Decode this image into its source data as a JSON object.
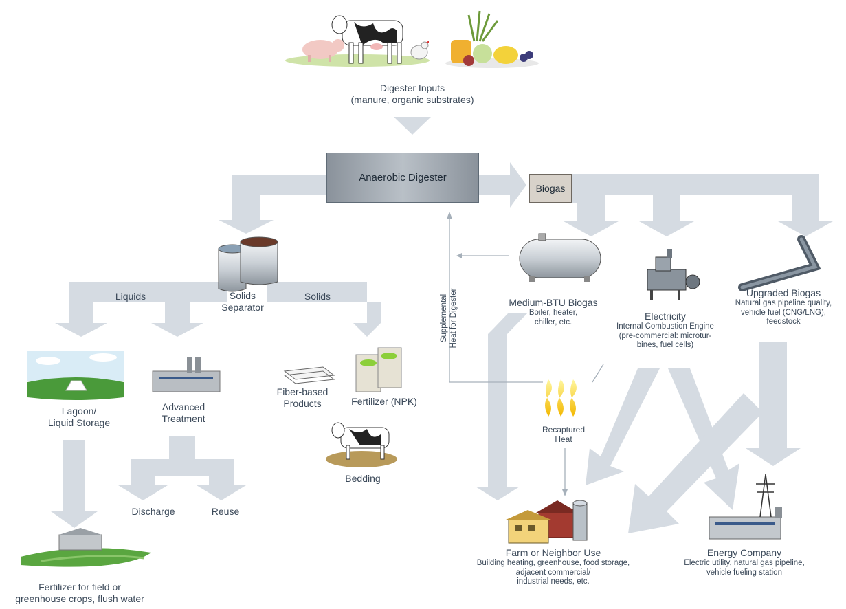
{
  "inputs": {
    "title": "Digester Inputs",
    "subtitle": "(manure, organic substrates)"
  },
  "digester": {
    "label": "Anaerobic Digester"
  },
  "biogas": {
    "label": "Biogas"
  },
  "separator": {
    "line1": "Solids",
    "line2": "Separator"
  },
  "liquids": {
    "label": "Liquids"
  },
  "solids": {
    "label": "Solids"
  },
  "lagoon": {
    "line1": "Lagoon/",
    "line2": "Liquid Storage"
  },
  "advanced": {
    "line1": "Advanced",
    "line2": "Treatment"
  },
  "discharge": {
    "label": "Discharge"
  },
  "reuse": {
    "label": "Reuse"
  },
  "fertilizer_field": {
    "line1": "Fertilizer for field or",
    "line2": "greenhouse crops, flush water"
  },
  "fiber": {
    "line1": "Fiber-based",
    "line2": "Products"
  },
  "fertilizer_npk": {
    "label": "Fertilizer (NPK)"
  },
  "bedding": {
    "label": "Bedding"
  },
  "supplemental": {
    "line1": "Supplemental",
    "line2": "Heat for Digester"
  },
  "medium_btu": {
    "title": "Medium-BTU Biogas",
    "line1": "Boiler, heater,",
    "line2": "chiller, etc."
  },
  "electricity": {
    "title": "Electricity",
    "line1": "Internal Combustion Engine",
    "line2": "(pre-commercial: microtur-",
    "line3": "bines, fuel cells)"
  },
  "upgraded": {
    "title": "Upgraded Biogas",
    "line1": "Natural gas pipeline quality,",
    "line2": "vehicle fuel (CNG/LNG),",
    "line3": "feedstock"
  },
  "recaptured": {
    "line1": "Recaptured",
    "line2": "Heat"
  },
  "farm": {
    "title": "Farm or Neighbor Use",
    "line1": "Building heating, greenhouse, food storage,",
    "line2": "adjacent commercial/",
    "line3": "industrial needs, etc."
  },
  "energy": {
    "title": "Energy Company",
    "line1": "Electric utility, natural gas pipeline,",
    "line2": "vehicle fueling station"
  },
  "colors": {
    "arrow": "#d5dbe2",
    "text": "#3c4a5a",
    "thin_line": "#a6b0ba"
  }
}
